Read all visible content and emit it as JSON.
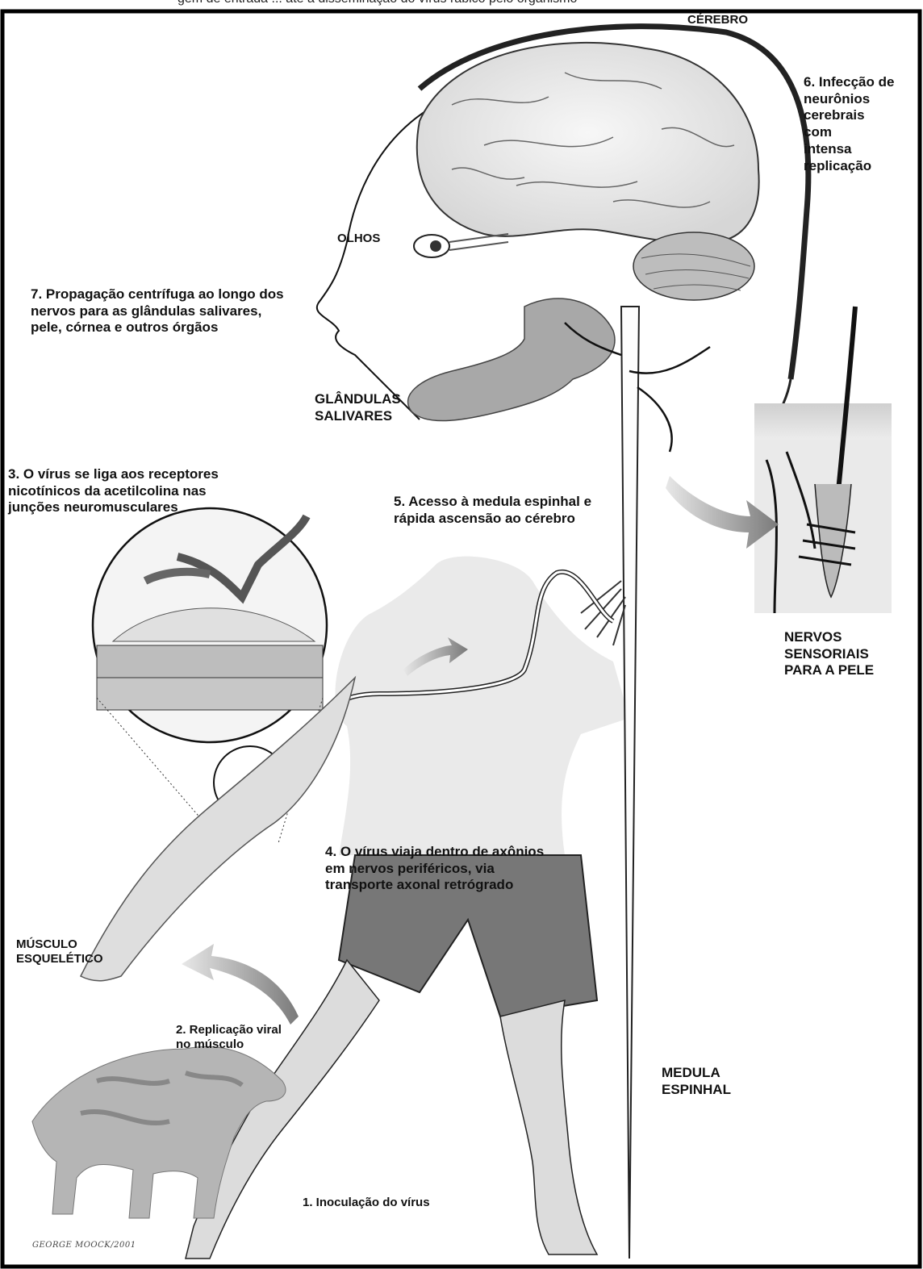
{
  "header_fragment": "gem de entrada ... até a disseminação do vírus rábico pelo organismo",
  "labels": {
    "cerebro": "CÉREBRO",
    "olhos": "OLHOS",
    "glandulas_l1": "GLÂNDULAS",
    "glandulas_l2": "SALIVARES",
    "medula_l1": "MEDULA",
    "medula_l2": "ESPINHAL",
    "musculo_l1": "MÚSCULO",
    "musculo_l2": "ESQUELÉTICO",
    "nervos_l1": "NERVOS",
    "nervos_l2": "SENSORIAIS",
    "nervos_l3": "PARA A PELE"
  },
  "steps": {
    "s1": "1. Inoculação do vírus",
    "s2_l1": "2. Replicação viral",
    "s2_l2": "no músculo",
    "s3_l1": "3. O vírus se liga aos receptores",
    "s3_l2": "nicotínicos da acetilcolina nas",
    "s3_l3": "junções neuromusculares",
    "s4_l1": "4. O vírus viaja dentro de axônios",
    "s4_l2": "em nervos periféricos, via",
    "s4_l3": "transporte axonal retrógrado",
    "s5_l1": "5. Acesso à medula espinhal e",
    "s5_l2": "rápida ascensão ao cérebro",
    "s6_l1": "6. Infecção de",
    "s6_l2": "neurônios",
    "s6_l3": "cerebrais",
    "s6_l4": "com",
    "s6_l5": "intensa",
    "s6_l6": "replicação",
    "s7_l1": "7. Propagação centrífuga ao longo dos",
    "s7_l2": "nervos para as glândulas salivares,",
    "s7_l3": "pele, córnea e outros órgãos"
  },
  "signature": "GEORGE MOOCK/2001",
  "colors": {
    "frame": "#000000",
    "light_gray": "#d9d9d9",
    "mid_gray": "#8c8c8c",
    "dark_gray": "#555555"
  }
}
